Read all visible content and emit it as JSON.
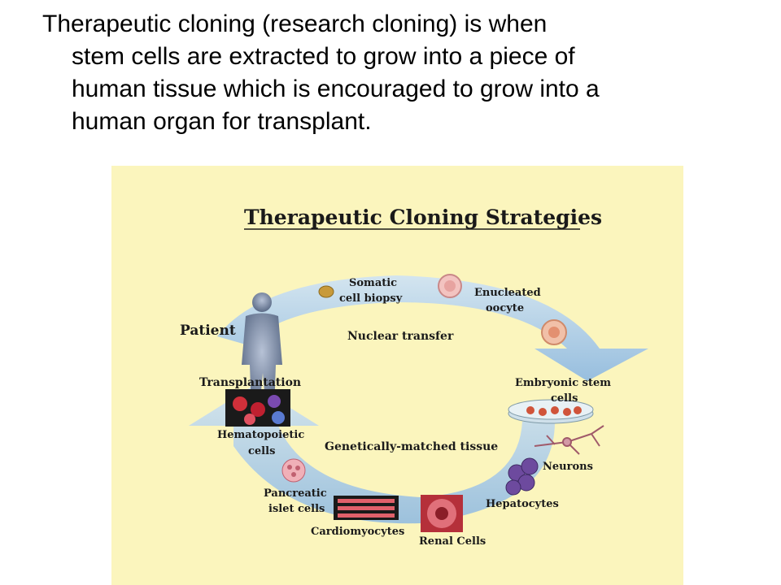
{
  "caption": {
    "line1": "Therapeutic cloning (research cloning) is when",
    "line2": "stem cells are extracted to grow into a piece of",
    "line3": "human tissue which is encouraged to grow into a",
    "line4": "human organ for transplant."
  },
  "figure": {
    "title": "Therapeutic Cloning Strategies",
    "background_color": "#fbf5bd",
    "arrow_color": "#9fc6ea",
    "labels": {
      "patient": "Patient",
      "somatic_1": "Somatic",
      "somatic_2": "cell biopsy",
      "enucleated_1": "Enucleated",
      "enucleated_2": "oocyte",
      "nuclear_transfer": "Nuclear transfer",
      "embryonic_1": "Embryonic stem",
      "embryonic_2": "cells",
      "transplantation": "Transplantation",
      "hemato_1": "Hematopoietic",
      "hemato_2": "cells",
      "matched_tissue": "Genetically-matched tissue",
      "neurons": "Neurons",
      "hepatocytes": "Hepatocytes",
      "pancreatic_1": "Pancreatic",
      "pancreatic_2": "islet cells",
      "cardiomyocytes": "Cardiomyocytes",
      "renal": "Renal Cells"
    },
    "icons": [
      "person-silhouette-icon",
      "somatic-cell-icon",
      "oocyte-icon",
      "dish-icon",
      "neuron-icon",
      "hepatocyte-icon",
      "renal-cell-icon",
      "cardiomyocyte-icon",
      "islet-cell-icon",
      "blood-cells-icon"
    ]
  }
}
